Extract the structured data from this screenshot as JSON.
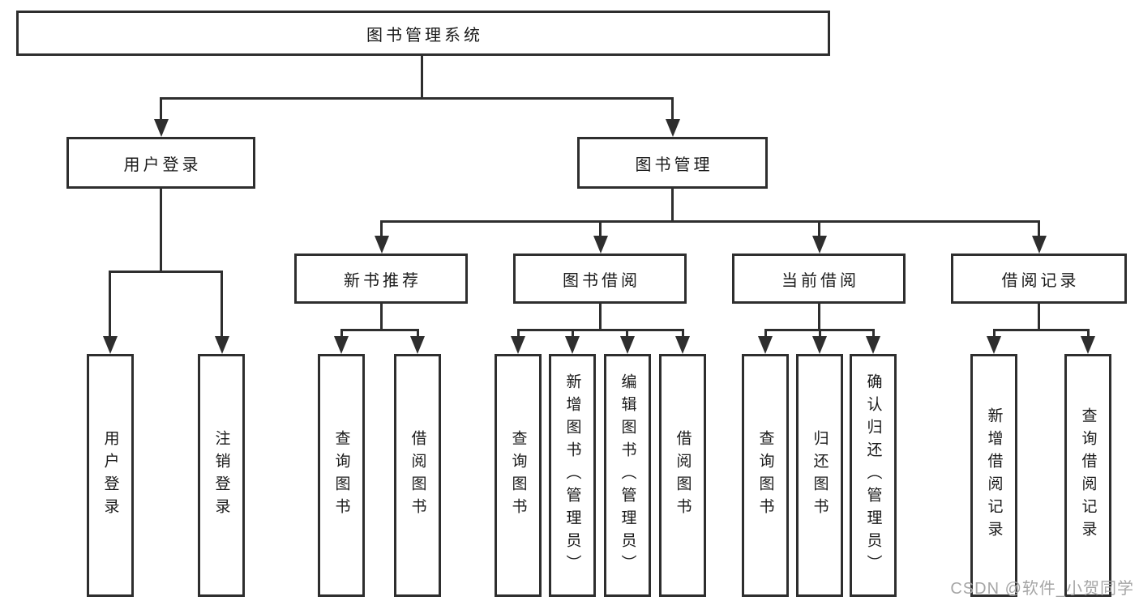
{
  "diagram": {
    "type": "hierarchy-tree",
    "colors": {
      "line": "#2e2e2e",
      "text": "#1a1a1a",
      "background": "#ffffff",
      "watermark": "#a6a6a6"
    },
    "tree": {
      "root": {
        "label": "图书管理系统",
        "children": [
          {
            "label": "用户登录",
            "children": [
              {
                "label": "用户登录"
              },
              {
                "label": "注销登录"
              }
            ]
          },
          {
            "label": "图书管理",
            "children": [
              {
                "label": "新书推荐",
                "children": [
                  {
                    "label": "查询图书"
                  },
                  {
                    "label": "借阅图书"
                  }
                ]
              },
              {
                "label": "图书借阅",
                "children": [
                  {
                    "label": "查询图书"
                  },
                  {
                    "label": "新增图书（管理员）"
                  },
                  {
                    "label": "编辑图书（管理员）"
                  },
                  {
                    "label": "借阅图书"
                  }
                ]
              },
              {
                "label": "当前借阅",
                "children": [
                  {
                    "label": "查询图书"
                  },
                  {
                    "label": "归还图书"
                  },
                  {
                    "label": "确认归还（管理员）"
                  }
                ]
              },
              {
                "label": "借阅记录",
                "children": [
                  {
                    "label": "新增借阅记录"
                  },
                  {
                    "label": "查询借阅记录"
                  }
                ]
              }
            ]
          }
        ]
      }
    },
    "watermark": {
      "text": "CSDN @软件_小贺同学"
    }
  }
}
